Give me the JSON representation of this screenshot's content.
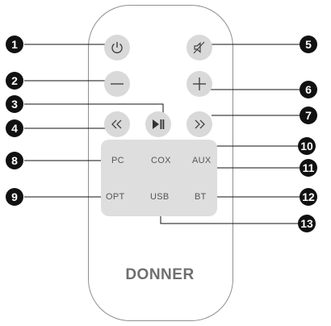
{
  "remote": {
    "brand": "DONNER",
    "sources": {
      "pc": "PC",
      "cox": "COX",
      "aux": "AUX",
      "opt": "OPT",
      "usb": "USB",
      "bt": "BT"
    }
  },
  "buttons": {
    "power": "power-icon",
    "mute": "mute-icon",
    "volume_down": "minus-icon",
    "volume_up": "plus-icon",
    "previous": "double-chevron-left-icon",
    "play_pause": "play-pause-icon",
    "next": "double-chevron-right-icon"
  },
  "callouts": [
    "1",
    "2",
    "3",
    "4",
    "5",
    "6",
    "7",
    "8",
    "9",
    "10",
    "11",
    "12",
    "13"
  ],
  "colors": {
    "button": "#d9d9d9",
    "panel": "#dedede",
    "callout": "#111111",
    "outline": "#8f8f8f"
  }
}
